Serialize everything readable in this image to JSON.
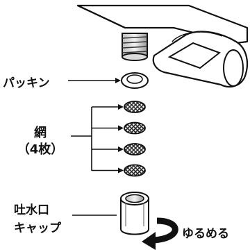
{
  "labels": {
    "gasket": "パッキン",
    "mesh_line1": "網",
    "mesh_line2": "（4枚）",
    "spout_line1": "吐水口",
    "spout_line2": "キャップ",
    "loosen": "ゆるめる"
  },
  "mesh_count": 4,
  "colors": {
    "line": "#111111",
    "fill": "#ffffff",
    "mesh_dark": "#3a3a3a",
    "arrow": "#111111"
  }
}
